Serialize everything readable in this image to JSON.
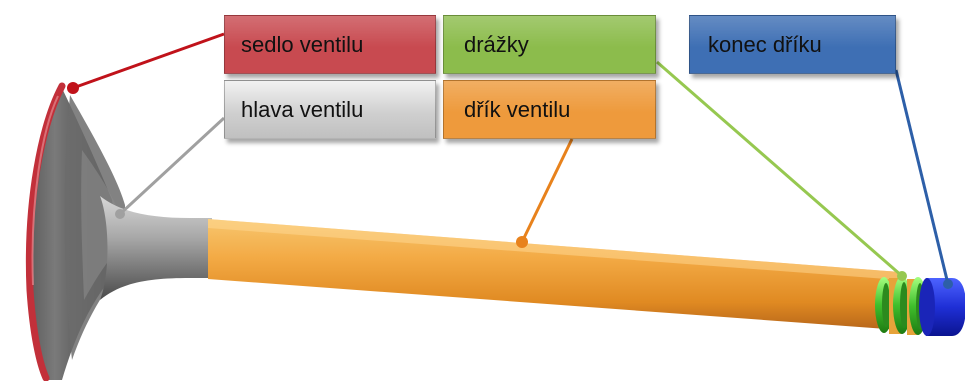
{
  "labels": {
    "seat": "sedlo ventilu",
    "groove": "drážky",
    "stem_end": "konec dříku",
    "head": "hlava ventilu",
    "stem": "dřík ventilu"
  },
  "colors": {
    "seat": "#c84a50",
    "groove": "#8cbc4c",
    "stem_end": "#3e6fb4",
    "head": "#c0c0c0",
    "stem": "#ee9a3c",
    "seat_leader": "#c0121a",
    "groove_leader": "#8fc04a",
    "stem_end_leader": "#2d5fa8",
    "head_leader": "#9a9a9a",
    "stem_leader": "#e8821c"
  }
}
